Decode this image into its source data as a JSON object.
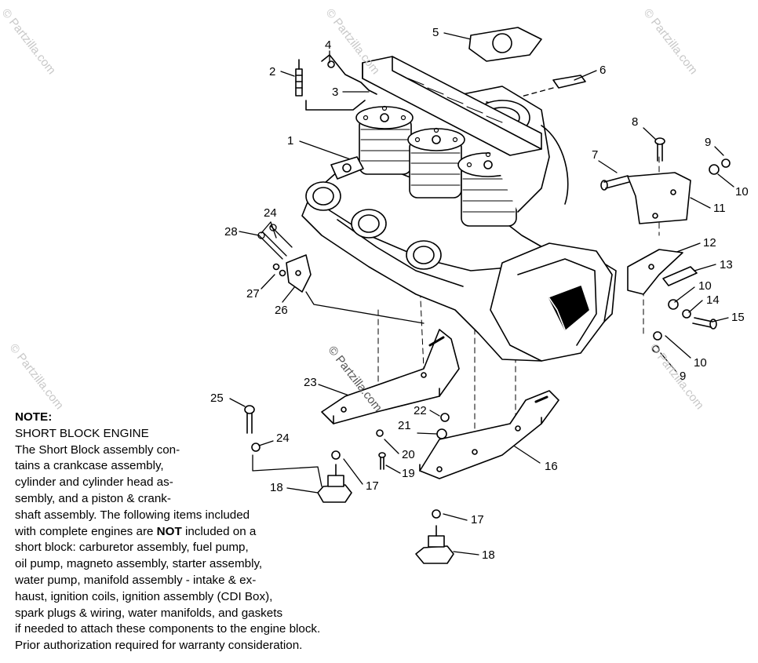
{
  "callouts": [
    {
      "id": "c1",
      "text": "1"
    },
    {
      "id": "c2",
      "text": "2"
    },
    {
      "id": "c3",
      "text": "3"
    },
    {
      "id": "c4",
      "text": "4"
    },
    {
      "id": "c5",
      "text": "5"
    },
    {
      "id": "c6",
      "text": "6"
    },
    {
      "id": "c7",
      "text": "7"
    },
    {
      "id": "c8",
      "text": "8"
    },
    {
      "id": "c9a",
      "text": "9"
    },
    {
      "id": "c10a",
      "text": "10"
    },
    {
      "id": "c11",
      "text": "11"
    },
    {
      "id": "c12",
      "text": "12"
    },
    {
      "id": "c13",
      "text": "13"
    },
    {
      "id": "c10b",
      "text": "10"
    },
    {
      "id": "c14",
      "text": "14"
    },
    {
      "id": "c15",
      "text": "15"
    },
    {
      "id": "c10c",
      "text": "10"
    },
    {
      "id": "c9b",
      "text": "9"
    },
    {
      "id": "c16",
      "text": "16"
    },
    {
      "id": "c17a",
      "text": "17"
    },
    {
      "id": "c18a",
      "text": "18"
    },
    {
      "id": "c17b",
      "text": "17"
    },
    {
      "id": "c18b",
      "text": "18"
    },
    {
      "id": "c19",
      "text": "19"
    },
    {
      "id": "c20",
      "text": "20"
    },
    {
      "id": "c21",
      "text": "21"
    },
    {
      "id": "c22",
      "text": "22"
    },
    {
      "id": "c23",
      "text": "23"
    },
    {
      "id": "c24a",
      "text": "24"
    },
    {
      "id": "c24b",
      "text": "24"
    },
    {
      "id": "c25",
      "text": "25"
    },
    {
      "id": "c26",
      "text": "26"
    },
    {
      "id": "c27",
      "text": "27"
    },
    {
      "id": "c28",
      "text": "28"
    }
  ],
  "watermarks": [
    {
      "id": "w1",
      "text": "© Partzilla.com"
    },
    {
      "id": "w2",
      "text": "© Partzilla.com"
    },
    {
      "id": "w3",
      "text": "© Partzilla.com"
    },
    {
      "id": "w4",
      "text": "© Partzilla.com"
    },
    {
      "id": "w5",
      "text": "© Partzilla.com"
    },
    {
      "id": "w6",
      "text": "© Partzilla.com"
    }
  ],
  "note": {
    "heading": "NOTE:",
    "line1": "SHORT BLOCK ENGINE",
    "line2": "The Short Block assembly con-",
    "line3": "tains a crankcase assembly,",
    "line4": "cylinder and cylinder head as-",
    "line5": "sembly, and a piston & crank-",
    "line6": "shaft assembly.  The following items included",
    "line7_pre": "with complete engines are ",
    "line7_bold": "NOT",
    "line7_post": " included on a",
    "line8": "short block:  carburetor assembly, fuel pump,",
    "line9": "oil pump, magneto assembly, starter assembly,",
    "line10": "water pump, manifold assembly - intake & ex-",
    "line11": "haust, ignition coils, ignition assembly (CDI Box),",
    "line12": "spark plugs & wiring, water manifolds, and gaskets",
    "line13": "if needed to attach these components to the engine block.",
    "line14": "Prior authorization required for warranty consideration."
  }
}
